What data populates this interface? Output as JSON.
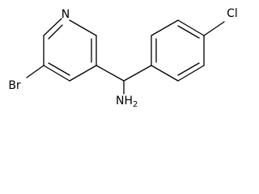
{
  "molecule": {
    "atoms": {
      "pyridine_n": "N",
      "bromo": "Br",
      "chloro": "Cl",
      "amine_main": "NH",
      "amine_sub": "2"
    }
  }
}
